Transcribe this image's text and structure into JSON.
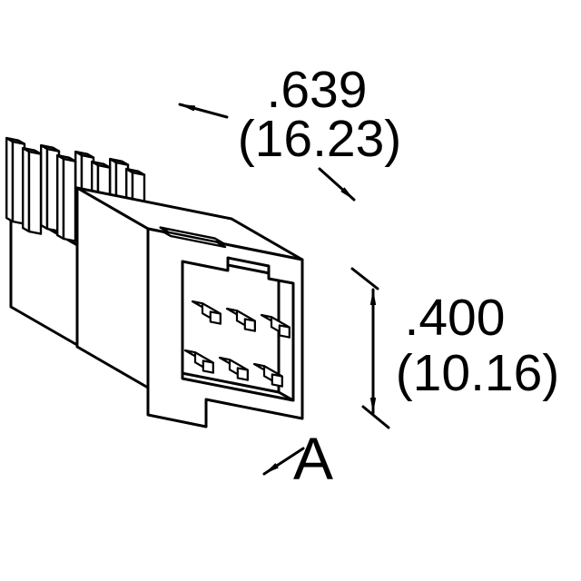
{
  "canvas": {
    "background": "#ffffff",
    "line_color": "#000000"
  },
  "drawing": {
    "name": "connector-isometric-technical-drawing",
    "dim_width": {
      "inches": ".639",
      "metric": "(16.23)"
    },
    "dim_height": {
      "inches": ".400",
      "metric": "(10.16)"
    },
    "dim_ref": {
      "label": "A"
    }
  }
}
